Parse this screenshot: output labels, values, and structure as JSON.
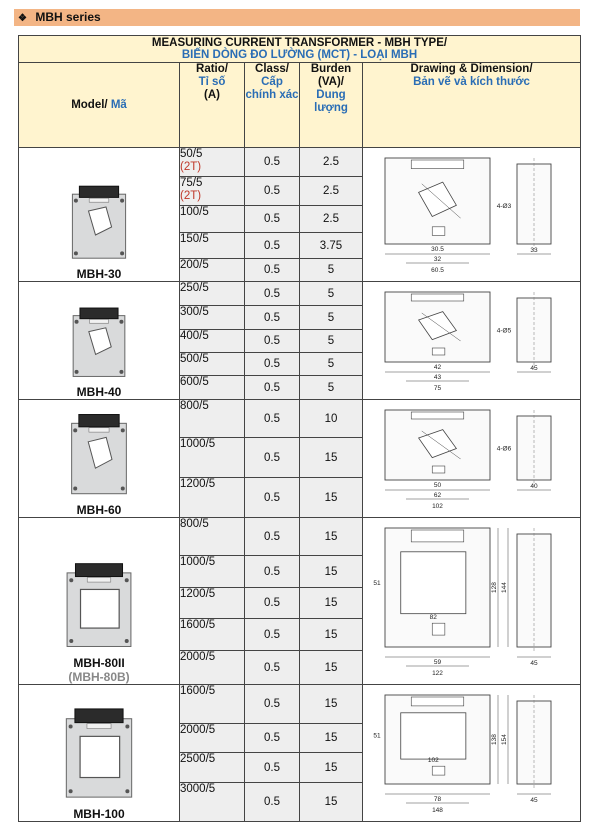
{
  "series": {
    "label": "MBH series"
  },
  "table": {
    "title_en": "MEASURING CURRENT TRANSFORMER  -  MBH TYPE/",
    "title_vn": "BIẾN DÒNG ĐO LƯỜNG (MCT) - LOẠI MBH",
    "headers": {
      "model_en": "Model/",
      "model_vn": "Mã",
      "ratio_en": "Ratio/",
      "ratio_vn": "Tỉ số",
      "ratio_unit": "(A)",
      "class_en": "Class/",
      "class_vn": "Cấp chính xác",
      "burden_en": "Burden",
      "burden_unit": "(VA)/",
      "burden_vn": "Dung lượng",
      "drawing_en": "Drawing & Dimension/",
      "drawing_vn": "Bản vẽ và kích thước"
    },
    "groups": [
      {
        "model": "MBH-30",
        "dims": [
          "30.5",
          "32",
          "60.5",
          "33",
          "4-Ø3"
        ],
        "rows": [
          {
            "ratio": "50/5",
            "note": "(2T)",
            "class": "0.5",
            "burden": "2.5"
          },
          {
            "ratio": "75/5",
            "note": "(2T)",
            "class": "0.5",
            "burden": "2.5"
          },
          {
            "ratio": "100/5",
            "class": "0.5",
            "burden": "2.5"
          },
          {
            "ratio": "150/5",
            "class": "0.5",
            "burden": "3.75"
          },
          {
            "ratio": "200/5",
            "class": "0.5",
            "burden": "5"
          }
        ]
      },
      {
        "model": "MBH-40",
        "dims": [
          "42",
          "43",
          "75",
          "45",
          "4-Ø5"
        ],
        "rows": [
          {
            "ratio": "250/5",
            "class": "0.5",
            "burden": "5"
          },
          {
            "ratio": "300/5",
            "class": "0.5",
            "burden": "5"
          },
          {
            "ratio": "400/5",
            "class": "0.5",
            "burden": "5"
          },
          {
            "ratio": "500/5",
            "class": "0.5",
            "burden": "5"
          },
          {
            "ratio": "600/5",
            "class": "0.5",
            "burden": "5"
          }
        ]
      },
      {
        "model": "MBH-60",
        "dims": [
          "50",
          "62",
          "102",
          "40",
          "4-Ø6"
        ],
        "rows": [
          {
            "ratio": "800/5",
            "class": "0.5",
            "burden": "10"
          },
          {
            "ratio": "1000/5",
            "class": "0.5",
            "burden": "15"
          },
          {
            "ratio": "1200/5",
            "class": "0.5",
            "burden": "15"
          }
        ]
      },
      {
        "model": "MBH-80II",
        "model_alt": "(MBH-80B)",
        "dims": [
          "51",
          "82",
          "59",
          "122",
          "128",
          "144",
          "45"
        ],
        "rows": [
          {
            "ratio": "800/5",
            "class": "0.5",
            "burden": "15"
          },
          {
            "ratio": "1000/5",
            "class": "0.5",
            "burden": "15"
          },
          {
            "ratio": "1200/5",
            "class": "0.5",
            "burden": "15"
          },
          {
            "ratio": "1600/5",
            "class": "0.5",
            "burden": "15"
          },
          {
            "ratio": "2000/5",
            "class": "0.5",
            "burden": "15"
          }
        ]
      },
      {
        "model": "MBH-100",
        "dims": [
          "51",
          "102",
          "78",
          "148",
          "138",
          "154",
          "45"
        ],
        "rows": [
          {
            "ratio": "1600/5",
            "class": "0.5",
            "burden": "15"
          },
          {
            "ratio": "2000/5",
            "class": "0.5",
            "burden": "15"
          },
          {
            "ratio": "2500/5",
            "class": "0.5",
            "burden": "15"
          },
          {
            "ratio": "3000/5",
            "class": "0.5",
            "burden": "15"
          }
        ]
      }
    ]
  }
}
